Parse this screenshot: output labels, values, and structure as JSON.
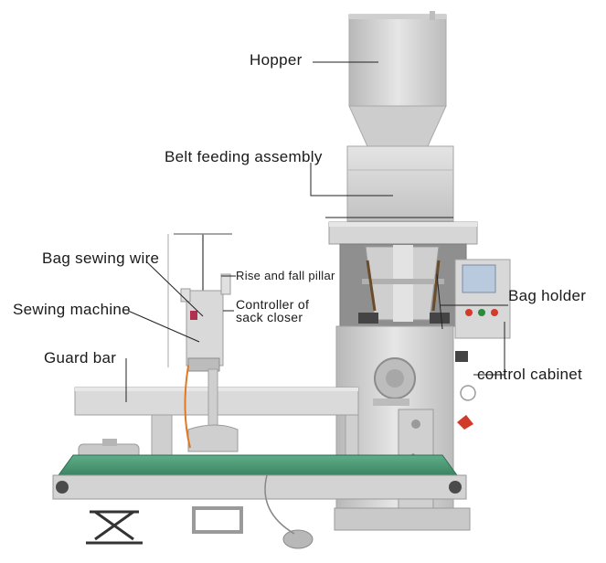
{
  "labels": {
    "hopper": "Hopper",
    "belt_feeding": "Belt feeding assembly",
    "bag_sewing_wire": "Bag sewing wire",
    "rise_fall_pillar": "Rise and fall pillar",
    "controller_line1": "Controller of",
    "controller_line2": "sack closer",
    "sewing_machine": "Sewing machine",
    "bag_holder": "Bag holder",
    "guard_bar": "Guard bar",
    "control_cabinet": "control cabinet"
  },
  "colors": {
    "steel_light": "#dcdcdc",
    "steel_mid": "#c4c4c4",
    "steel_dark": "#9a9a9a",
    "belt_green": "#4e9a78",
    "belt_green_dark": "#2f6e52",
    "panel_blue": "#b9c9de",
    "button_red": "#d23a2a",
    "leader_line": "#222222"
  }
}
